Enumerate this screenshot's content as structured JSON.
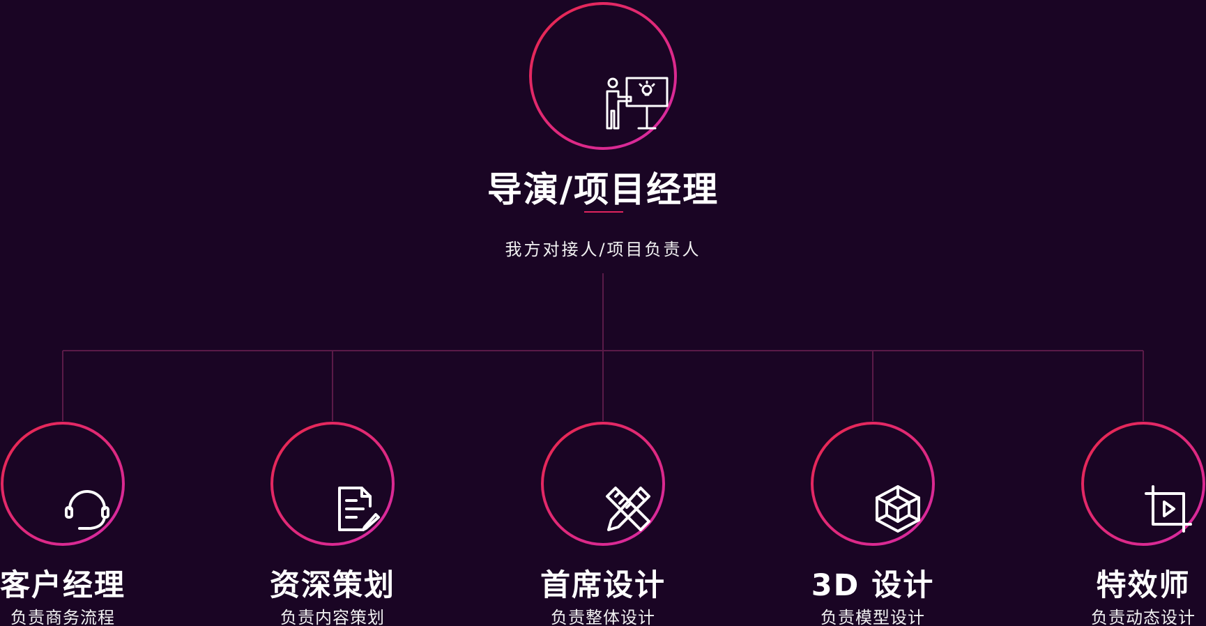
{
  "colors": {
    "background": "#1a0524",
    "connector": "#5a1a48",
    "ring_start": "#e8284a",
    "ring_end": "#d62aa8",
    "accent_rule": "#e0245e",
    "icon_stroke": "#ffffff"
  },
  "lead": {
    "title": "导演/项目经理",
    "subtitle": "我方对接人/项目负责人",
    "icon": "presenter-board-icon"
  },
  "roles": [
    {
      "title": "客户经理",
      "subtitle": "负责商务流程",
      "icon": "headset-icon"
    },
    {
      "title": "资深策划",
      "subtitle": "负责内容策划",
      "icon": "document-edit-icon"
    },
    {
      "title": "首席设计",
      "subtitle": "负责整体设计",
      "icon": "ruler-pencil-icon"
    },
    {
      "title": "3D 设计",
      "subtitle": "负责模型设计",
      "icon": "3d-cube-icon"
    },
    {
      "title": "特效师",
      "subtitle": "负责动态设计",
      "icon": "video-crop-icon"
    }
  ]
}
